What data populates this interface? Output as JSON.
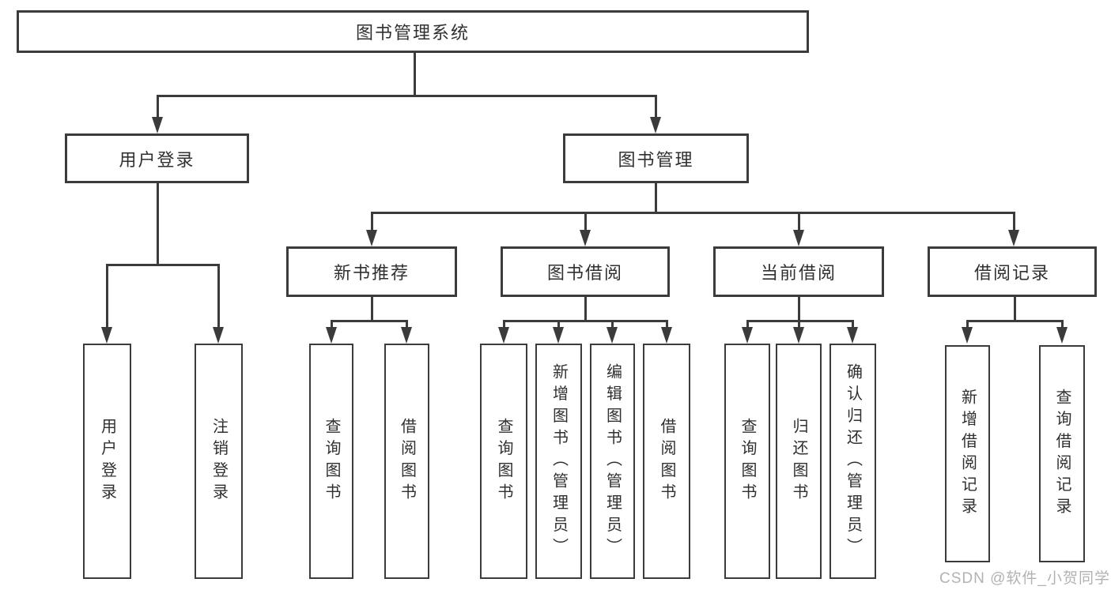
{
  "title": "图书管理系统",
  "watermark": {
    "text": "CSDN @软件_小贺同学"
  },
  "colors": {
    "line": "#3b3b3b",
    "text": "#303030",
    "watermark": "#b2b2b2",
    "background": "#ffffff"
  },
  "tree": {
    "root": "图书管理系统",
    "branches": [
      {
        "label": "用户登录",
        "children": [
          "用户登录",
          "注销登录"
        ]
      },
      {
        "label": "图书管理",
        "children": [
          {
            "label": "新书推荐",
            "children": [
              "查询图书",
              "借阅图书"
            ]
          },
          {
            "label": "图书借阅",
            "children": [
              "查询图书",
              "新增图书（管理员）",
              "编辑图书（管理员）",
              "借阅图书"
            ]
          },
          {
            "label": "当前借阅",
            "children": [
              "查询图书",
              "归还图书",
              "确认归还（管理员）"
            ]
          },
          {
            "label": "借阅记录",
            "children": [
              "新增借阅记录",
              "查询借阅记录"
            ]
          }
        ]
      }
    ]
  }
}
